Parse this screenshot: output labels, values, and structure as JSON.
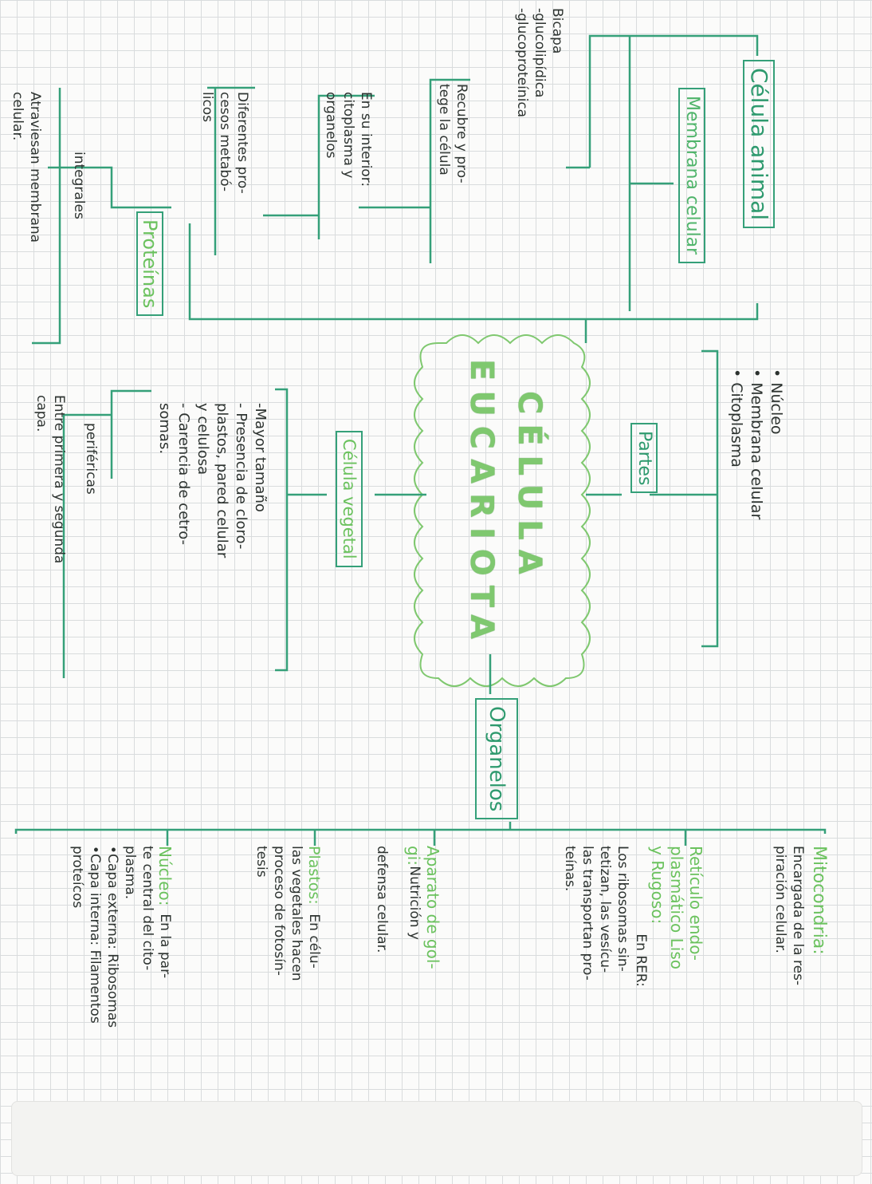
{
  "title": [
    "CÉLULA",
    "EUCARIOTA"
  ],
  "partes": {
    "label": "Partes",
    "items": [
      "• Núcleo",
      "• Membrana celular",
      "• Citoplasma"
    ]
  },
  "animal": {
    "label": "Célula animal",
    "membrana": {
      "label": "Membrana celular",
      "bicapa": "Bicapa\n-glucolipídica\n-glucoproteínica",
      "function": "Recubre y pro-\ntege la célula"
    },
    "interior": "En su interior:\ncitoplasma y\norganelos",
    "procesos": "Diferentes pro-\ncesos metabó-\nlicos",
    "proteinas": {
      "label": "Proteínas",
      "integrales_label": "integrales",
      "integrales_desc": "Atraviesan membrana\ncelular.",
      "perifericas_label": "periféricas",
      "perifericas_desc": "Entre primera y segunda\ncapa."
    }
  },
  "vegetal": {
    "label": "Célula vegetal",
    "items": "-Mayor tamaño\n- Presencia de cloro-\nplastos, pared celular\ny celulosa\n- Carencia de cetro-\nsomas."
  },
  "organelos": {
    "label": "Organelos",
    "items": [
      {
        "title": "Mitocondria:",
        "body": "Encargada de la res-\npiración celular."
      },
      {
        "title": "Retículo endo-\nplasmático Liso\ny Rugoso:",
        "body_first": " En RER:",
        "body": "Los ribosomas sin-\ntetizan, las vesícu-\nlas transportan pro-\nteínas."
      },
      {
        "title": "Aparato de gol-\ngi:",
        "body_first": " Nutrición y",
        "body": "defensa celular."
      },
      {
        "title": "Plastos:",
        "body_first": " En célu-",
        "body": "las vegetales hacen\nproceso de fotosín-\ntesis"
      },
      {
        "title": "Núcleo:",
        "body_first": " En la par-",
        "body": "te central del cito-\nplasma.\n•Capa externa: Ribosomas\n•Capa interna: Filamentos\nproteícos"
      }
    ]
  },
  "colors": {
    "line": "#35a079",
    "highlight": "#6bc25e",
    "title": "#7fc86f",
    "ink": "#2d3330"
  }
}
